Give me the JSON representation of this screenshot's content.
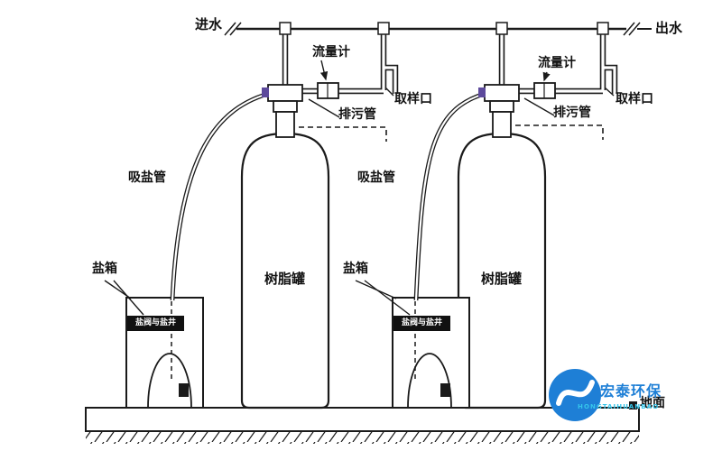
{
  "pipes": {
    "inlet_label": "进水",
    "outlet_label": "出水"
  },
  "units": [
    {
      "flow_meter_label": "流量计",
      "sampling_port_label": "取样口",
      "drain_pipe_label": "排污管",
      "suction_pipe_label": "吸盐管",
      "salt_box_label": "盐箱",
      "salt_valve_well_label": "盐阀与盐井",
      "resin_tank_label": "树脂罐"
    },
    {
      "flow_meter_label": "流量计",
      "sampling_port_label": "取样口",
      "drain_pipe_label": "排污管",
      "suction_pipe_label": "吸盐管",
      "salt_box_label": "盐箱",
      "salt_valve_well_label": "盐阀与盐井",
      "resin_tank_label": "树脂罐"
    }
  ],
  "ground_label": "地面",
  "logo": {
    "name": "宏泰环保",
    "subtext": "HONGTAIHUANBAO",
    "blue": "#1e7fd6",
    "cyan": "#35c5ea"
  },
  "colors": {
    "line": "#1a1a1a",
    "background": "#ffffff",
    "connector_purple": "#5d4a9c"
  }
}
